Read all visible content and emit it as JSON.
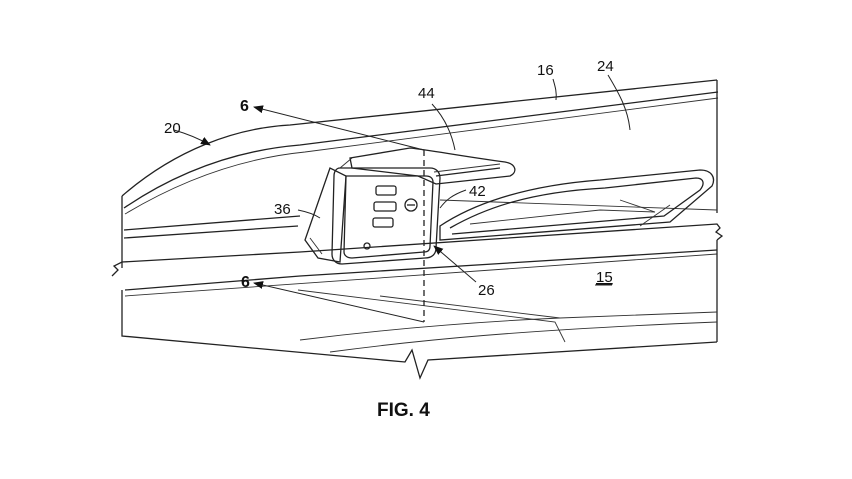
{
  "figure": {
    "caption": "FIG. 4",
    "reference_numerals": {
      "r16": "16",
      "r24": "24",
      "r44": "44",
      "r20": "20",
      "r42": "42",
      "r36": "36",
      "r26": "26",
      "r15": "15",
      "section_top": "6",
      "section_bottom": "6"
    }
  }
}
